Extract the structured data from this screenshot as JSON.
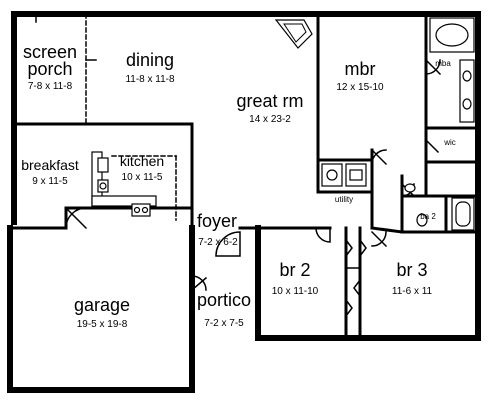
{
  "rooms": {
    "screen_porch": {
      "name_line1": "screen",
      "name_line2": "porch",
      "dims": "7-8 x 11-8"
    },
    "dining": {
      "name": "dining",
      "dims": "11-8 x 11-8"
    },
    "great_room": {
      "name": "great rm",
      "dims": "14 x 23-2"
    },
    "mbr": {
      "name": "mbr",
      "dims": "12 x 15-10"
    },
    "mba": {
      "name": "mba"
    },
    "wic": {
      "name": "wic"
    },
    "breakfast": {
      "name": "breakfast",
      "dims": "9 x 11-5"
    },
    "kitchen": {
      "name": "kitchen",
      "dims": "10 x 11-5"
    },
    "utility": {
      "name": "utility"
    },
    "ba2": {
      "name": "ba 2"
    },
    "foyer": {
      "name": "foyer",
      "dims": "7-2 x 6-2"
    },
    "br2": {
      "name": "br 2",
      "dims": "10 x 11-10"
    },
    "br3": {
      "name": "br 3",
      "dims": "11-6 x 11"
    },
    "garage": {
      "name": "garage",
      "dims": "19-5 x 19-8"
    },
    "portico": {
      "name": "portico",
      "dims": "7-2 x 7-5"
    }
  }
}
